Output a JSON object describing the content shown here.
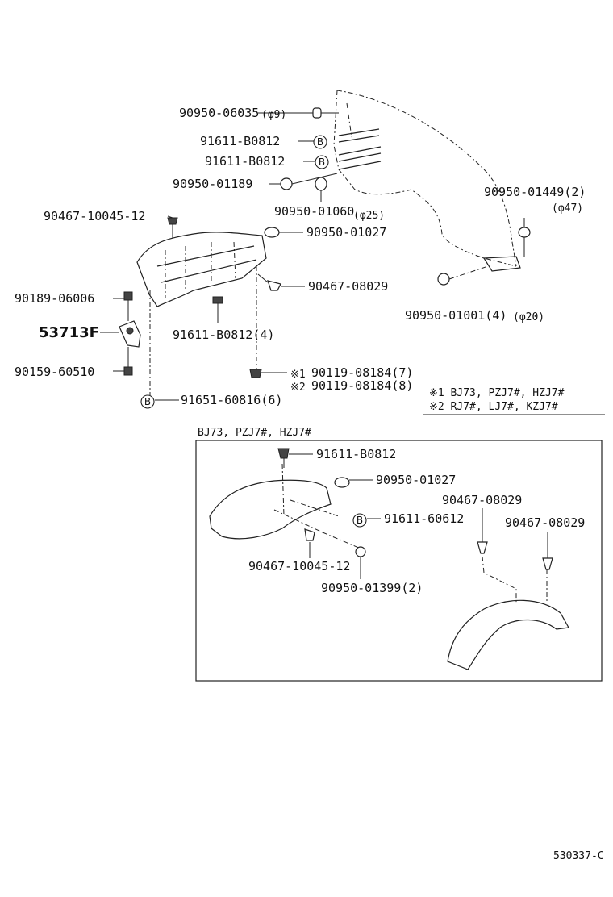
{
  "callouts": {
    "c01": "90950-06035",
    "c01_size": "(φ9)",
    "c02": "91611-B0812",
    "c03": "91611-B0812",
    "c04": "90950-01189",
    "c05": "90950-01060",
    "c05_size": "(φ25)",
    "c06": "90950-01449(2)",
    "c06_size": "(φ47)",
    "c07": "90467-10045-12",
    "c08": "90950-01027",
    "c09": "90467-08029",
    "c10": "90189-06006",
    "c11": "53713F",
    "c12": "91611-B0812(4)",
    "c13": "90950-01001(4)",
    "c13_size": "(φ20)",
    "c14": "90159-60510",
    "c15": "90119-08184(7)",
    "c15_mark": "※1",
    "c16": "90119-08184(8)",
    "c16_mark": "※2",
    "c17": "91651-60816(6)",
    "b_mark": "B"
  },
  "notes": {
    "note1": "※1 BJ73, PZJ7#, HZJ7#",
    "note2": "※2 RJ7#, LJ7#, KZJ7#"
  },
  "inset": {
    "title": "BJ73, PZJ7#, HZJ7#",
    "i01": "91611-B0812",
    "i02": "90950-01027",
    "i03": "90467-08029",
    "i04": "91611-60612",
    "i05": "90467-08029",
    "i06": "90467-10045-12",
    "i07": "90950-01399(2)"
  },
  "diagram_id": "530337-C"
}
